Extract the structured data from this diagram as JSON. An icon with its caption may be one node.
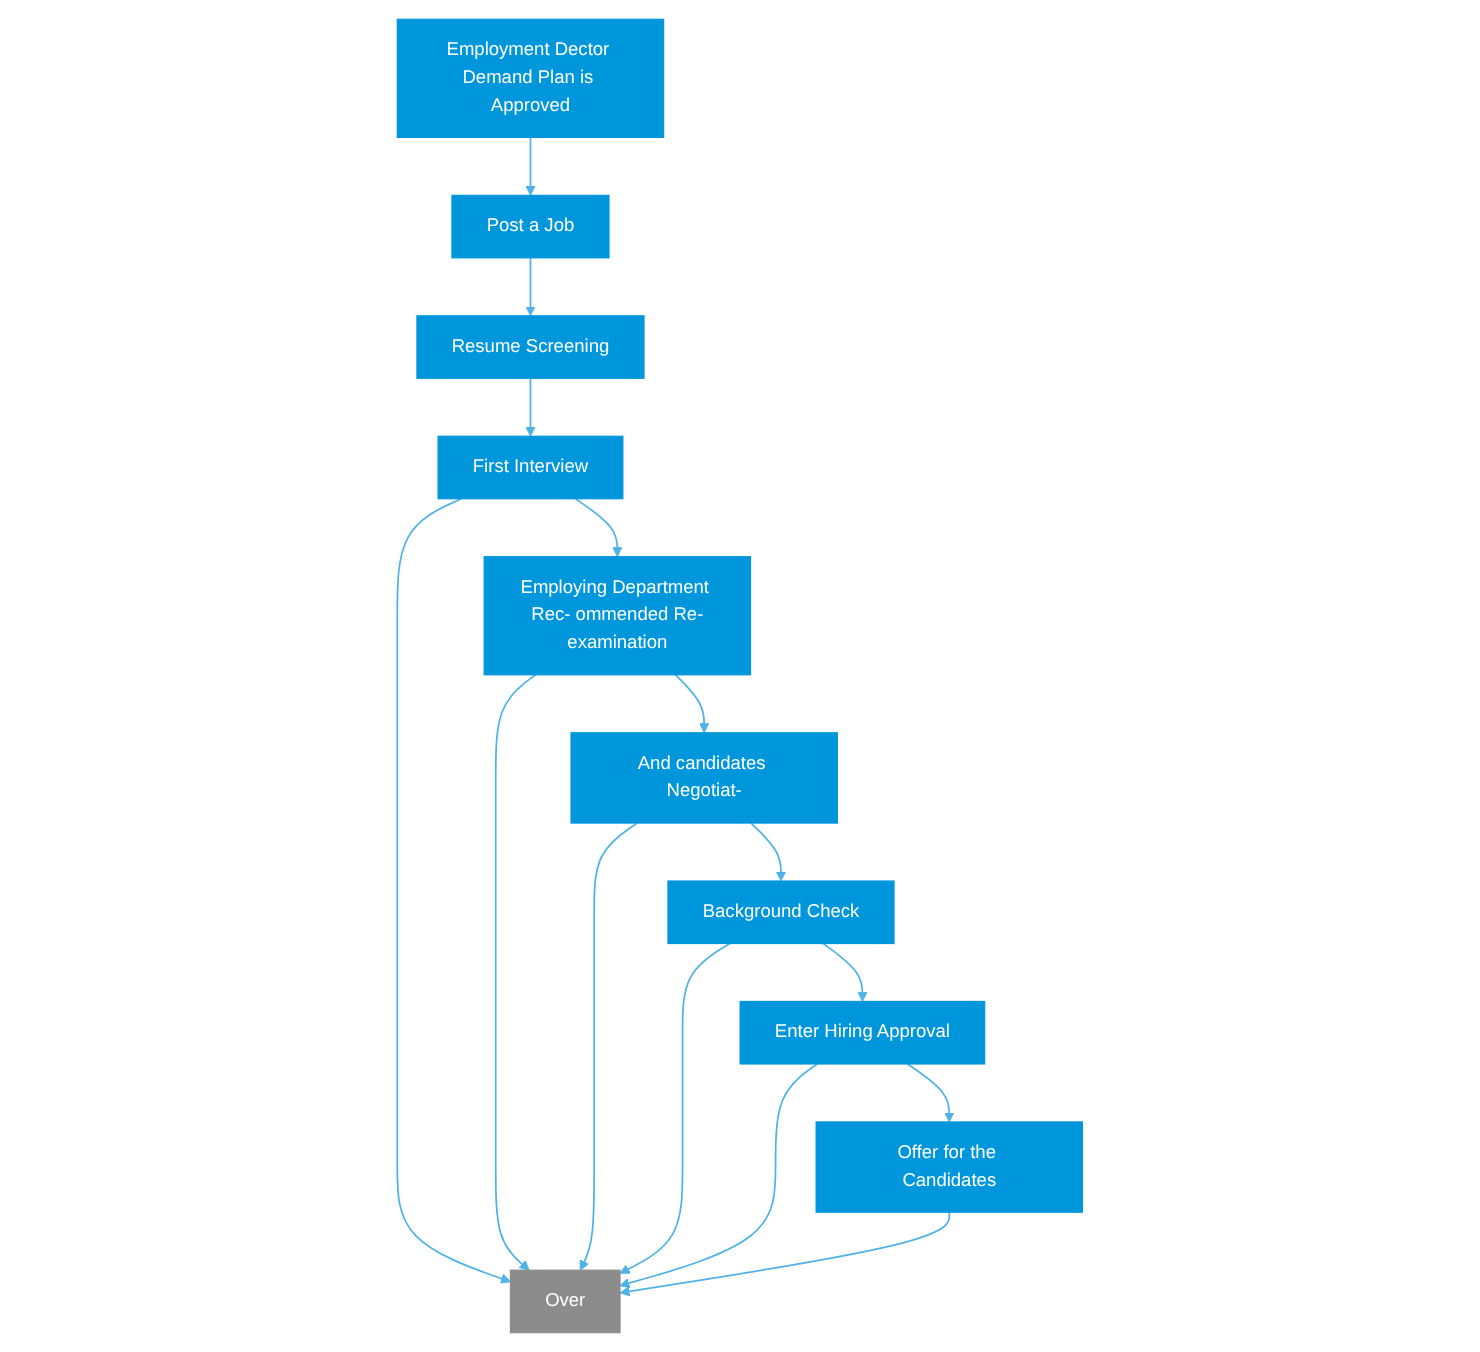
{
  "diagram": {
    "nodes": [
      {
        "text": [
          "Employment Dector Demand Plan is Approved"
        ]
      },
      {
        "text": [
          "Post a Job"
        ]
      },
      {
        "text": [
          "Resume Screening"
        ]
      },
      {
        "text": [
          "First Interview"
        ]
      },
      {
        "text": [
          "Employing Department Rec- ommended Re-examination"
        ]
      },
      {
        "text": [
          "And candidates Negotiat-"
        ]
      },
      {
        "text": [
          "Background Check"
        ]
      },
      {
        "text": [
          "Enter Hiring Approval"
        ]
      },
      {
        "text": [
          "Offer for the Candidates"
        ]
      },
      {
        "text": [
          "Over"
        ]
      }
    ],
    "edges": [
      {
        "from": 0,
        "to": 1,
        "arrow": "to"
      },
      {
        "from": 1,
        "to": 2,
        "arrow": "to"
      },
      {
        "from": 2,
        "to": 3,
        "arrow": "to"
      },
      {
        "from": 3,
        "to": 4,
        "arrow": "to"
      },
      {
        "from": 4,
        "to": 5,
        "arrow": "to"
      },
      {
        "from": 5,
        "to": 6,
        "arrow": "to"
      },
      {
        "from": 6,
        "to": 7,
        "arrow": "to"
      },
      {
        "from": 7,
        "to": 8,
        "arrow": "to"
      },
      {
        "from": 3,
        "to": 9,
        "arrow": "to"
      },
      {
        "from": 4,
        "to": 9,
        "arrow": "to"
      },
      {
        "from": 5,
        "to": 9,
        "arrow": "to"
      },
      {
        "from": 6,
        "to": 9,
        "arrow": "to"
      },
      {
        "from": 7,
        "to": 9,
        "arrow": "to"
      },
      {
        "from": 8,
        "to": 9,
        "arrow": "to"
      }
    ]
  }
}
